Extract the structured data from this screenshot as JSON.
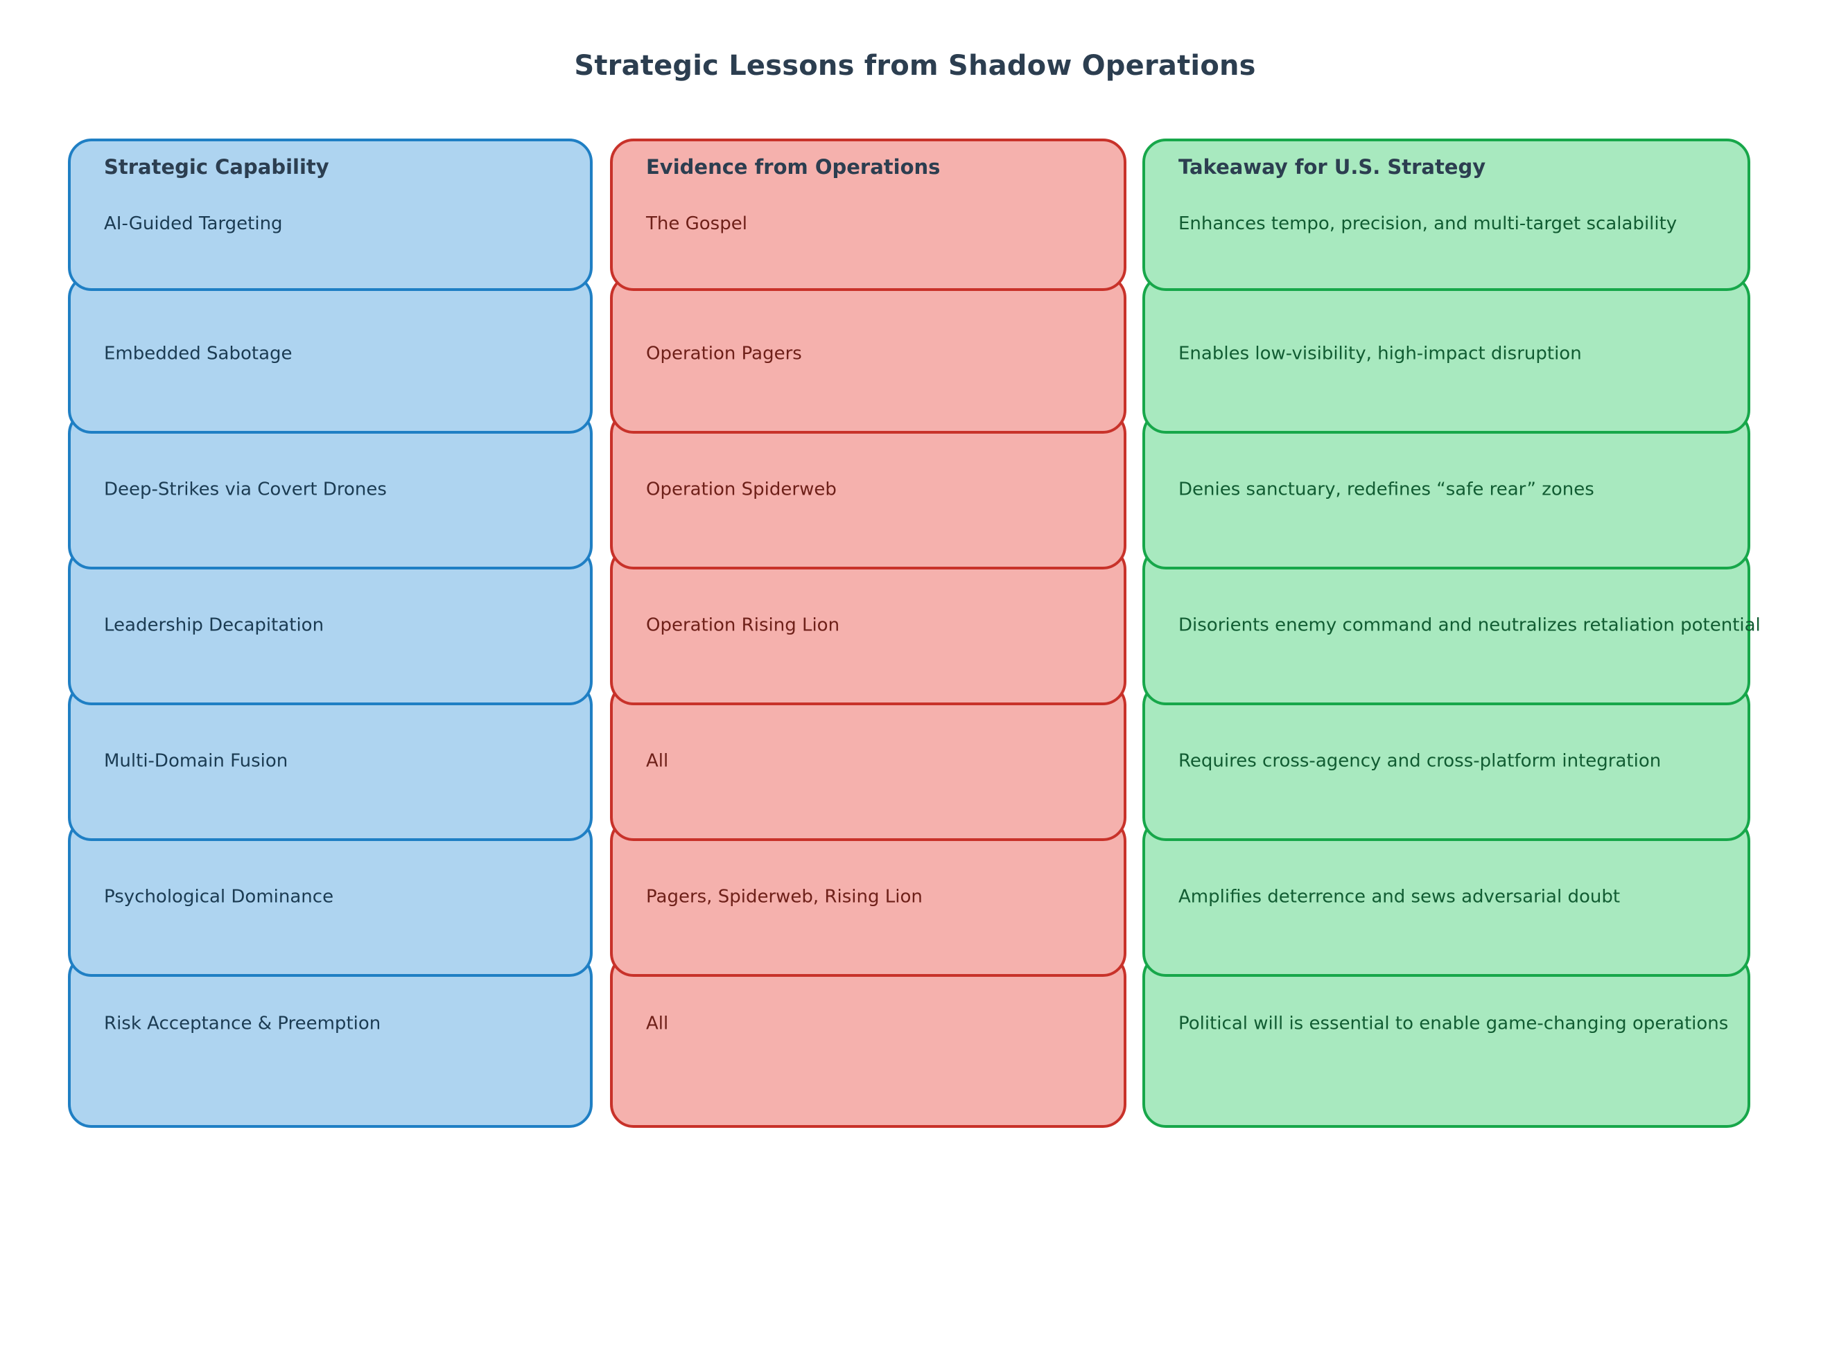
{
  "page": {
    "title": "Strategic Lessons from Shadow Operations",
    "background_color": "#ffffff",
    "title_color": "#2c3e50"
  },
  "columns": [
    {
      "key": "strategic_capability",
      "header": "Strategic Capability",
      "fill_color": "#aed4f0",
      "border_color": "#1f7fc4",
      "text_color": "#1b3b52",
      "cells": [
        "AI-Guided Targeting",
        "Embedded Sabotage",
        "Deep-Strikes via Covert Drones",
        "Leadership Decapitation",
        "Multi-Domain Fusion",
        "Psychological Dominance",
        "Risk Acceptance & Preemption"
      ]
    },
    {
      "key": "evidence_from_operations",
      "header": "Evidence from Operations",
      "fill_color": "#f5b1ad",
      "border_color": "#c8322a",
      "text_color": "#6e2019",
      "cells": [
        "The Gospel",
        "Operation Pagers",
        "Operation Spiderweb",
        "Operation Rising Lion",
        "All",
        "Pagers, Spiderweb, Rising Lion",
        "All"
      ]
    },
    {
      "key": "takeaway_for_us_strategy",
      "header": "Takeaway for U.S. Strategy",
      "fill_color": "#a8e9bf",
      "border_color": "#17a74a",
      "text_color": "#115c32",
      "cells": [
        "Enhances tempo, precision, and multi-target scalability",
        "Enables low-visibility, high-impact disruption",
        "Denies sanctuary, redefines “safe rear” zones",
        "Disorients enemy command and neutralizes retaliation potential",
        "Requires cross-agency and cross-platform integration",
        "Amplifies deterrence and sews adversarial doubt",
        "Political will is essential to enable game-changing operations"
      ]
    }
  ]
}
